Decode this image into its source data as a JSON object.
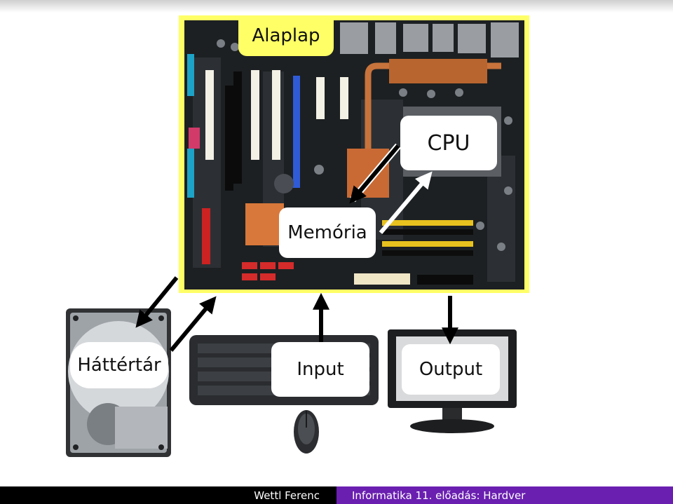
{
  "diagram": {
    "motherboard_label": "Alaplap",
    "cpu_label": "CPU",
    "memory_label": "Memória",
    "storage_label": "Háttértár",
    "input_label": "Input",
    "output_label": "Output",
    "colors": {
      "board_frame": "#ffff66",
      "board_pcb": "#1d2022",
      "arrow": "#000000",
      "arrow_light": "#ffffff"
    }
  },
  "footer": {
    "author": "Wettl Ferenc",
    "course": "Informatika 11. előadás: Hardver",
    "colors": {
      "left": "#000000",
      "right": "#6a1fb0"
    }
  }
}
